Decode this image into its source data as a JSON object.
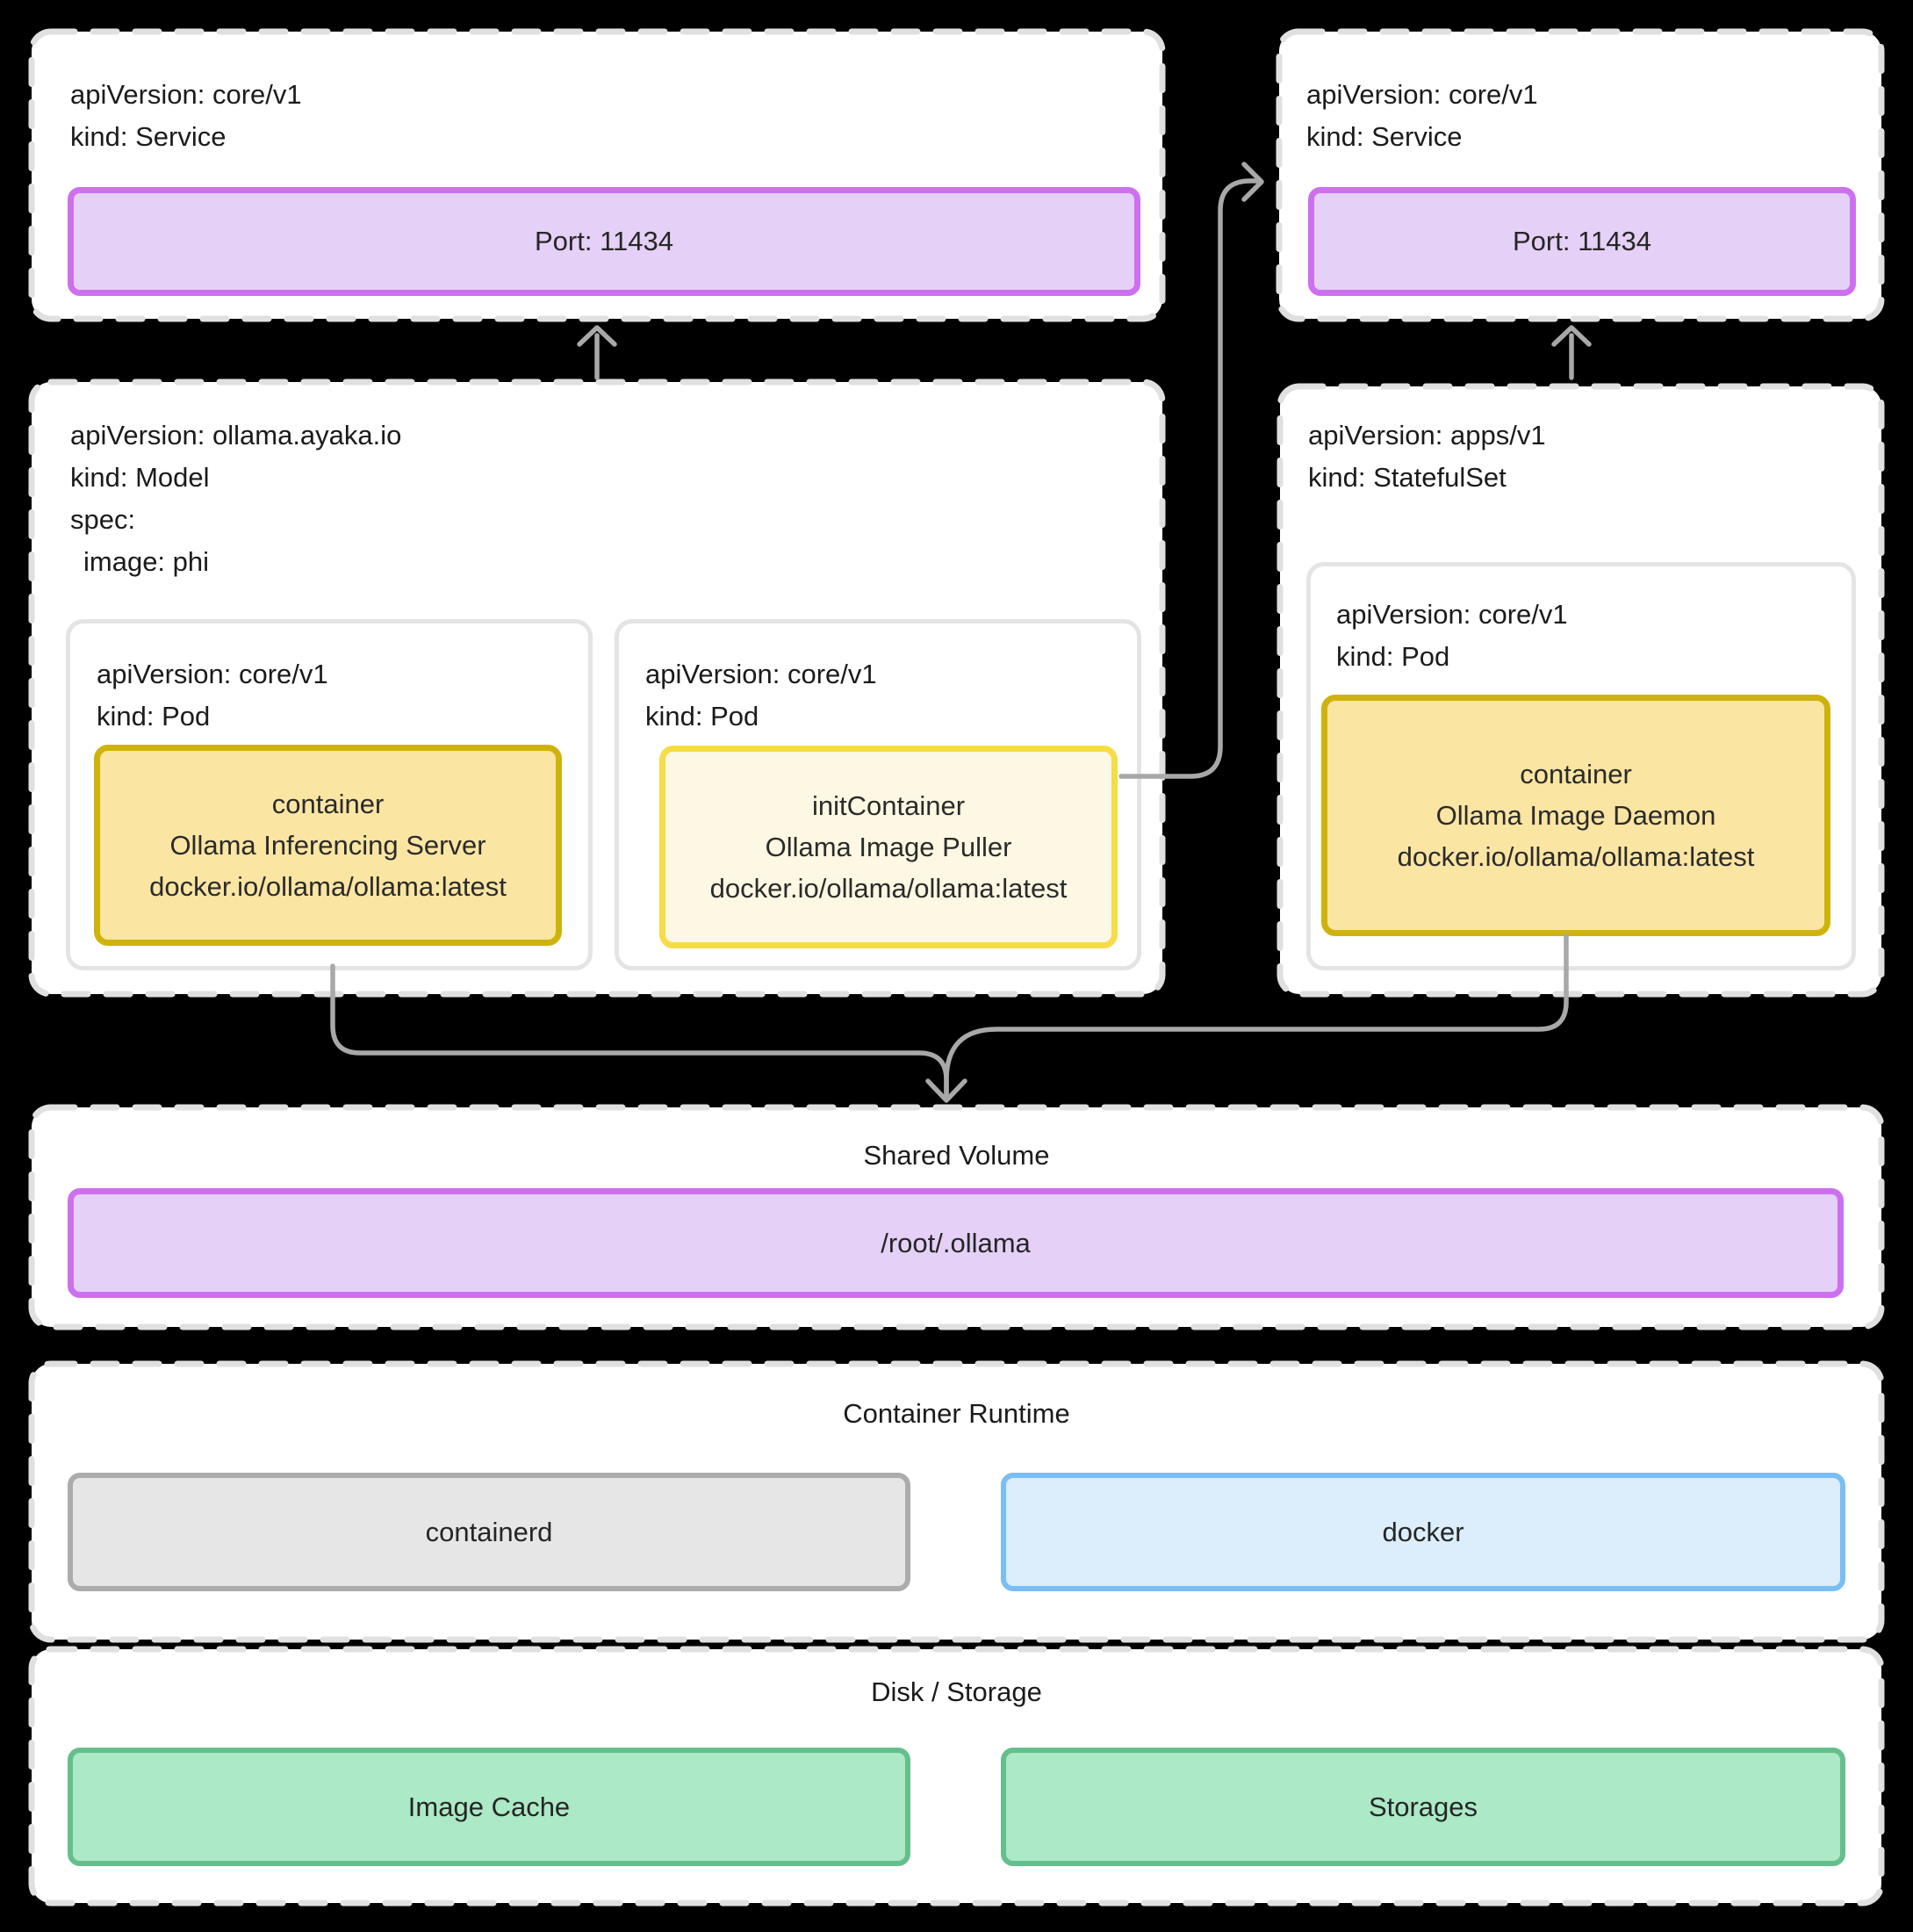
{
  "services": {
    "left": {
      "api_version": "apiVersion: core/v1",
      "kind": "kind: Service",
      "port_label": "Port: 11434"
    },
    "right": {
      "api_version": "apiVersion: core/v1",
      "kind": "kind: Service",
      "port_label": "Port: 11434"
    }
  },
  "model": {
    "api_version": "apiVersion: ollama.ayaka.io",
    "kind": "kind: Model",
    "spec": "spec:",
    "spec_image": "image: phi",
    "pod_inference": {
      "api_version": "apiVersion: core/v1",
      "kind": "kind: Pod",
      "container": {
        "role": "container",
        "name": "Ollama Inferencing Server",
        "image": "docker.io/ollama/ollama:latest"
      }
    },
    "pod_init": {
      "api_version": "apiVersion: core/v1",
      "kind": "kind: Pod",
      "container": {
        "role": "initContainer",
        "name": "Ollama Image Puller",
        "image": "docker.io/ollama/ollama:latest"
      }
    }
  },
  "statefulset": {
    "api_version": "apiVersion: apps/v1",
    "kind": "kind: StatefulSet",
    "pod": {
      "api_version": "apiVersion: core/v1",
      "kind": "kind: Pod",
      "container": {
        "role": "container",
        "name": "Ollama Image Daemon",
        "image": "docker.io/ollama/ollama:latest"
      }
    }
  },
  "shared_volume": {
    "title": "Shared Volume",
    "mount_path": "/root/.ollama"
  },
  "container_runtime": {
    "title": "Container Runtime",
    "items": [
      "containerd",
      "docker"
    ]
  },
  "disk_storage": {
    "title": "Disk / Storage",
    "items": [
      "Image Cache",
      "Storages"
    ]
  },
  "colors": {
    "background": "#000000",
    "dashed_border": "#E0E0E0",
    "arrow": "#A8A8A8",
    "port_bar_border": "#CD70EF",
    "port_bar_fill": "#E5D0F7",
    "container_border": "#CFB30D",
    "container_fill": "#FBE5A2",
    "init_container_border": "#F6DC48",
    "init_container_fill": "#FDF8E3",
    "containerd_border": "#ACACAC",
    "containerd_fill": "#E6E6E6",
    "docker_border": "#7ABEF3",
    "docker_fill": "#DCEDFB",
    "storage_border": "#65BF8C",
    "storage_fill": "#ACE9C6"
  }
}
